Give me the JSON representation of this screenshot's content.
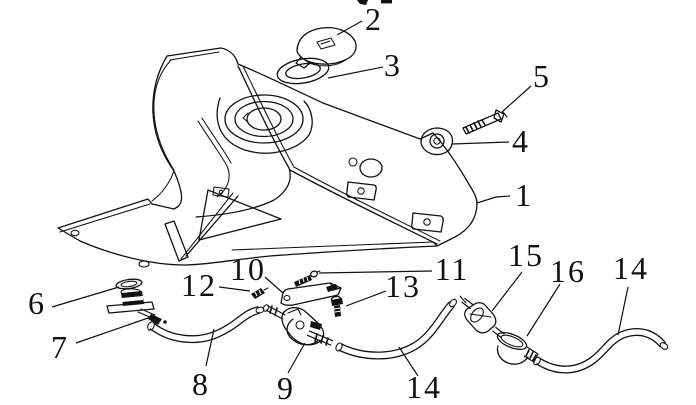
{
  "diagram": {
    "kind": "exploded-parts-line-drawing",
    "background": "#ffffff",
    "ink": "#111111",
    "callouts": {
      "c1": {
        "label": "1"
      },
      "c2": {
        "label": "2"
      },
      "c3": {
        "label": "3"
      },
      "c4": {
        "label": "4"
      },
      "c5": {
        "label": "5"
      },
      "c6": {
        "label": "6"
      },
      "c7": {
        "label": "7"
      },
      "c8": {
        "label": "8"
      },
      "c9": {
        "label": "9"
      },
      "c10": {
        "label": "10"
      },
      "c11": {
        "label": "11"
      },
      "c12": {
        "label": "12"
      },
      "c13": {
        "label": "13"
      },
      "c14a": {
        "label": "14"
      },
      "c14b": {
        "label": "14"
      },
      "c15": {
        "label": "15"
      },
      "c16": {
        "label": "16"
      }
    }
  }
}
